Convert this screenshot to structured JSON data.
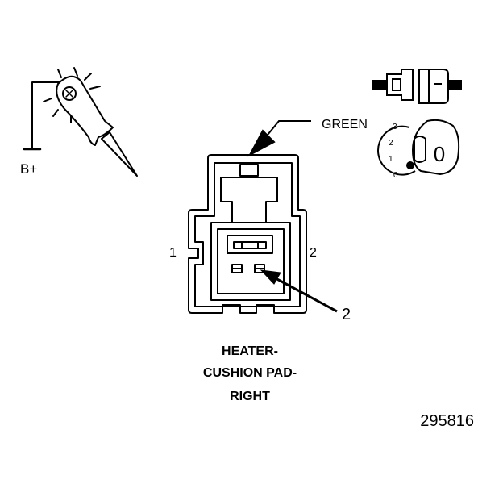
{
  "labels": {
    "power": "B+",
    "wire_color": "GREEN",
    "pin_left": "1",
    "pin_right": "2",
    "callout": "2",
    "position_3": "3",
    "position_2": "2",
    "position_1": "1",
    "position_0": "0",
    "switch_face": "0"
  },
  "caption": {
    "line1": "HEATER-",
    "line2": "CUSHION PAD-",
    "line3": "RIGHT"
  },
  "figure_number": "295816"
}
